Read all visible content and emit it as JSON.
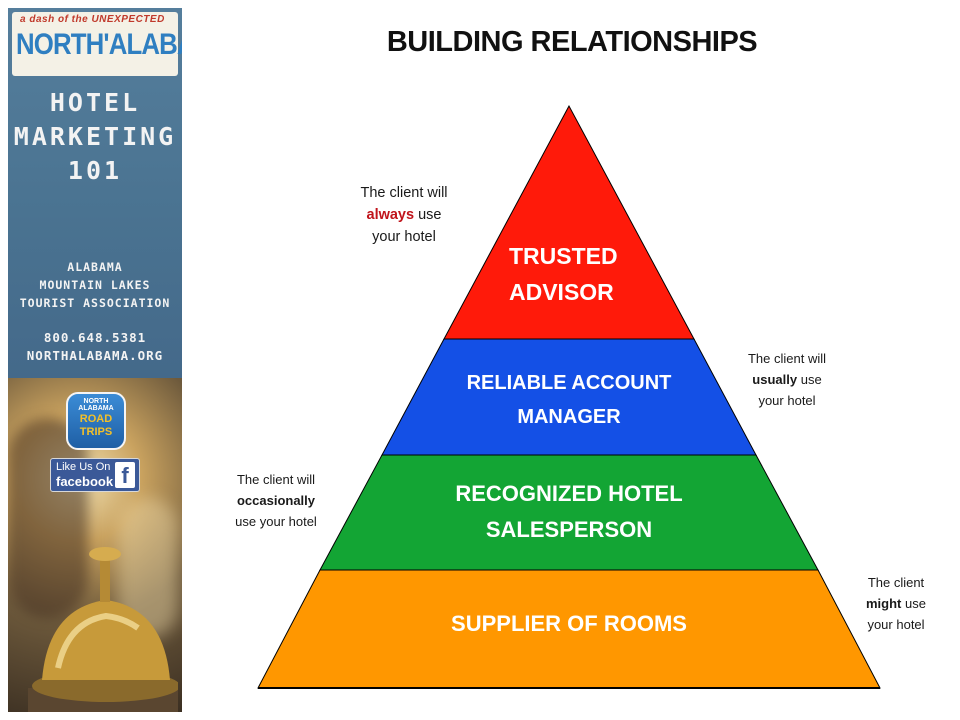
{
  "title": "BUILDING RELATIONSHIPS",
  "banner": {
    "logo_tag": "a dash of the UNEXPECTED",
    "logo_main": "NORTH'ALABAMA",
    "headline": [
      "HOTEL",
      "MARKETING",
      "101"
    ],
    "association": [
      "ALABAMA",
      "MOUNTAIN LAKES",
      "TOURIST ASSOCIATION"
    ],
    "phone": "800.648.5381",
    "website": "NORTHALABAMA.ORG",
    "badge": {
      "small": "NORTH ALABAMA",
      "big_1": "ROAD",
      "big_2": "TRIPS"
    },
    "facebook": {
      "like": "Like Us On",
      "word": "facebook",
      "icon": "f"
    }
  },
  "pyramid": {
    "tiers": [
      {
        "lines": [
          "TRUSTED",
          "ADVISOR"
        ],
        "color": "#ff1a0a"
      },
      {
        "lines": [
          "RELIABLE ACCOUNT",
          "MANAGER"
        ],
        "color": "#1450e6"
      },
      {
        "lines": [
          "RECOGNIZED HOTEL",
          "SALESPERSON"
        ],
        "color": "#13a534"
      },
      {
        "lines": [
          "SUPPLIER OF ROOMS"
        ],
        "color": "#ff9700"
      }
    ]
  },
  "notes": [
    {
      "line1": "The client will",
      "emph": "always",
      "rest": "use",
      "line3": "your hotel"
    },
    {
      "line1": "The client will",
      "emph": "usually",
      "rest": "use",
      "line3": "your hotel"
    },
    {
      "line1": "The client will",
      "emph": "occasionally",
      "rest": "",
      "line3": "use your hotel"
    },
    {
      "line1": "The client",
      "emph": "might",
      "rest": "use",
      "line3": "your hotel"
    }
  ]
}
